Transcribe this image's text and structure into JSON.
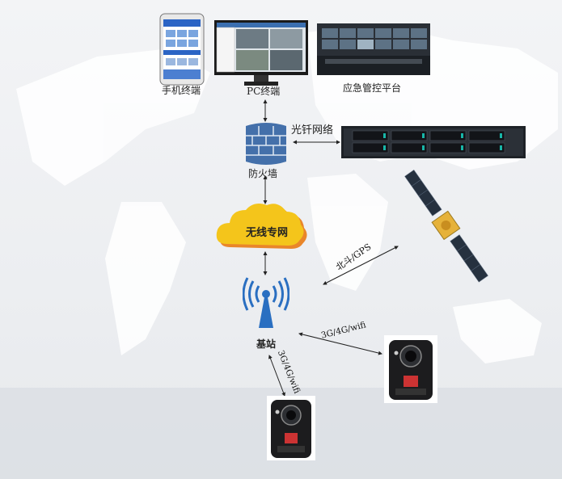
{
  "nodes": {
    "mobile": "手机终端",
    "pc": "PC终端",
    "emergency": "应急管控平台",
    "firewall": "防火墙",
    "fiber": "光钎网络",
    "wireless": "无线专网",
    "base_station": "基站",
    "beidou": "北斗/GPS",
    "link_right": "3G/4G/wifi",
    "link_down": "3G/4G/wifi"
  },
  "colors": {
    "cloud": "#f3c21a",
    "cloud_shadow": "#e78a1d",
    "antenna": "#2a6fc1",
    "firewall": "#3d6fae"
  },
  "icons": [
    "phone-icon",
    "monitor-icon",
    "control-room-icon",
    "firewall-icon",
    "server-icon",
    "cloud-icon",
    "antenna-icon",
    "satellite-icon",
    "body-camera-icon"
  ]
}
